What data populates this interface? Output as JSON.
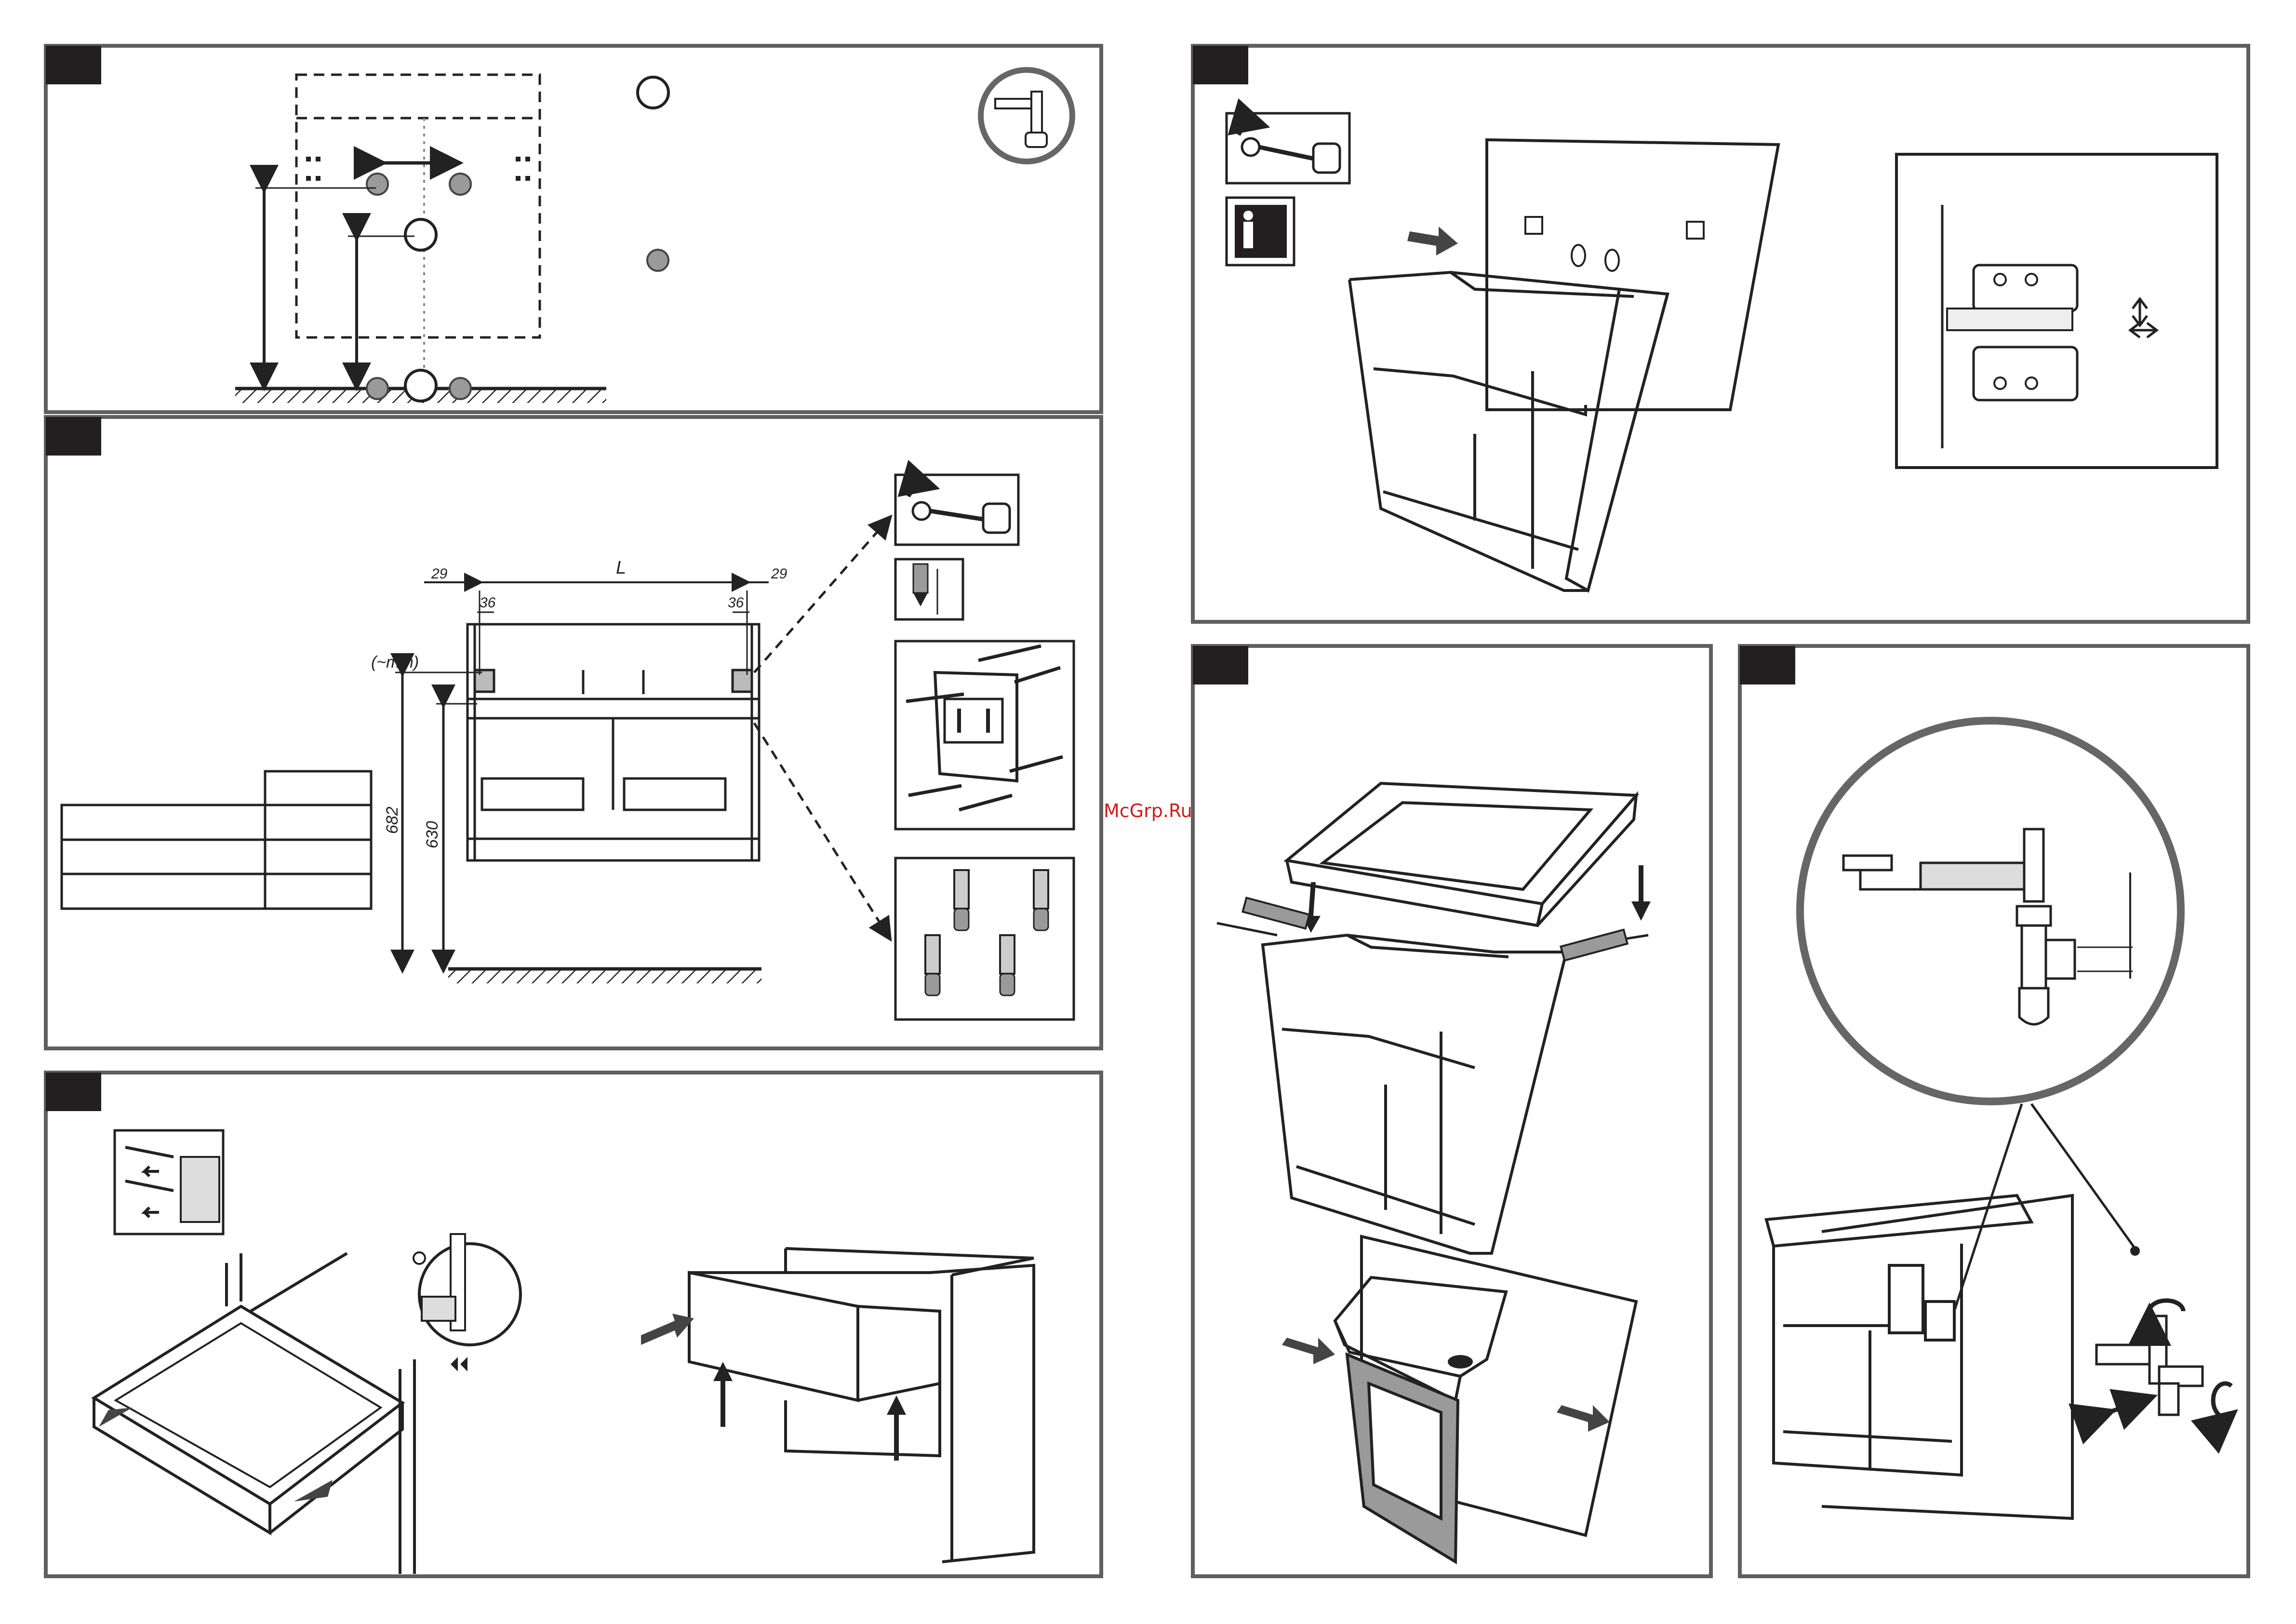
{
  "dims": {
    "left_29": "29",
    "length_L": "L",
    "right_29": "29",
    "left_36": "36",
    "right_36": "36",
    "unit": "(~mm)",
    "h_682": "682",
    "h_630": "630"
  },
  "watermark": "McGrp.Ru",
  "colors": {
    "frame": "#5f5f5f",
    "tab": "#231f20",
    "grey_fill": "#9a9a9a",
    "watermark": "#d21a1a"
  },
  "icons": [
    "screwdriver-icon",
    "drill-bit-icon",
    "two-person-icon",
    "rotate-arrow-icon",
    "arrow-icon"
  ]
}
